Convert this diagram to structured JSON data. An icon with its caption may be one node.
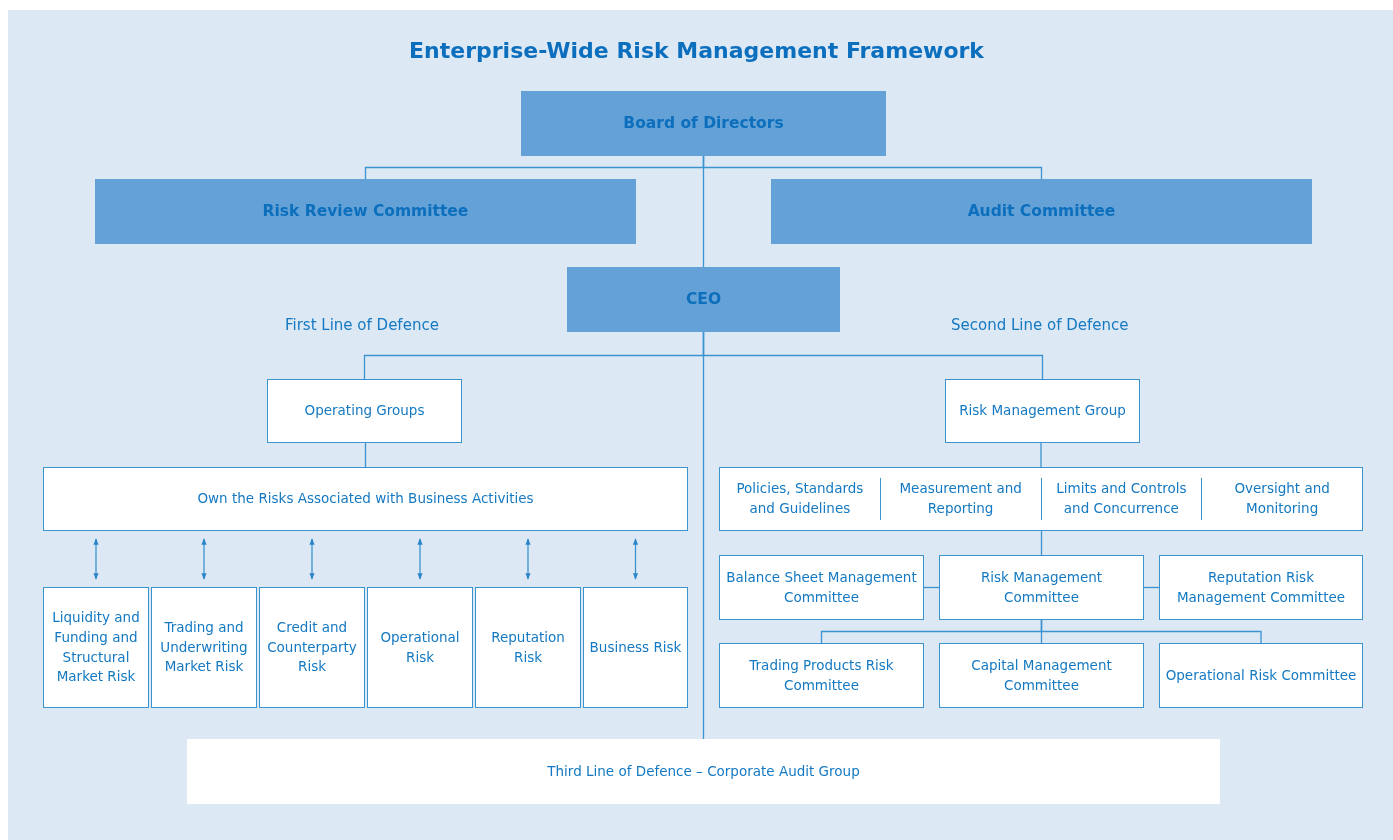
{
  "diagram": {
    "title": "Enterprise-Wide Risk Management Framework",
    "nodes": [
      {
        "text": [
          "Board of Directors"
        ]
      },
      {
        "text": [
          "Risk Review Committee"
        ]
      },
      {
        "text": [
          "Audit Committee"
        ]
      },
      {
        "text": [
          "CEO"
        ]
      },
      {
        "text": [
          "Operating Groups"
        ]
      },
      {
        "text": [
          "Risk Management Group"
        ]
      },
      {
        "text": [
          "Own the Risks Associated with Business Activities"
        ]
      },
      {
        "text": [
          "Policies, Standards and Guidelines",
          "Measurement and Reporting",
          "Limits and Controls and Concurrence",
          "Oversight and Monitoring"
        ]
      },
      {
        "text": [
          "Liquidity and Funding and Structural Market Risk"
        ]
      },
      {
        "text": [
          "Trading and Underwriting Market Risk"
        ]
      },
      {
        "text": [
          "Credit and Counterparty Risk"
        ]
      },
      {
        "text": [
          "Operational Risk"
        ]
      },
      {
        "text": [
          "Reputation Risk"
        ]
      },
      {
        "text": [
          "Business Risk"
        ]
      },
      {
        "text": [
          "Balance Sheet Management Committee"
        ]
      },
      {
        "text": [
          "Risk Management Committee"
        ]
      },
      {
        "text": [
          "Reputation Risk Management Committee"
        ]
      },
      {
        "text": [
          "Trading Products Risk Committee"
        ]
      },
      {
        "text": [
          "Capital Management Committee"
        ]
      },
      {
        "text": [
          "Operational Risk Committee"
        ]
      },
      {
        "text": [
          "Third Line of Defence – Corporate Audit Group"
        ]
      }
    ],
    "edges": [
      {
        "from": 0,
        "to": 1,
        "arrow": "none"
      },
      {
        "from": 0,
        "to": 2,
        "arrow": "none"
      },
      {
        "from": 0,
        "to": 3,
        "arrow": "none"
      },
      {
        "from": 3,
        "to": 4,
        "arrow": "none"
      },
      {
        "from": 3,
        "to": 5,
        "arrow": "none"
      },
      {
        "from": 3,
        "to": 20,
        "arrow": "none"
      },
      {
        "from": 4,
        "to": 6,
        "arrow": "none"
      },
      {
        "from": 5,
        "to": 7,
        "arrow": "none"
      },
      {
        "from": 6,
        "to": 8,
        "arrow": "both"
      },
      {
        "from": 6,
        "to": 9,
        "arrow": "both"
      },
      {
        "from": 6,
        "to": 10,
        "arrow": "both"
      },
      {
        "from": 6,
        "to": 11,
        "arrow": "both"
      },
      {
        "from": 6,
        "to": 12,
        "arrow": "both"
      },
      {
        "from": 6,
        "to": 13,
        "arrow": "both"
      },
      {
        "from": 7,
        "to": 15,
        "arrow": "none"
      },
      {
        "from": 15,
        "to": 14,
        "arrow": "none"
      },
      {
        "from": 15,
        "to": 16,
        "arrow": "none"
      },
      {
        "from": 15,
        "to": 17,
        "arrow": "none"
      },
      {
        "from": 15,
        "to": 18,
        "arrow": "none"
      },
      {
        "from": 15,
        "to": 19,
        "arrow": "none"
      }
    ],
    "labels": [
      "First Line of Defence",
      "Second Line of Defence"
    ]
  }
}
